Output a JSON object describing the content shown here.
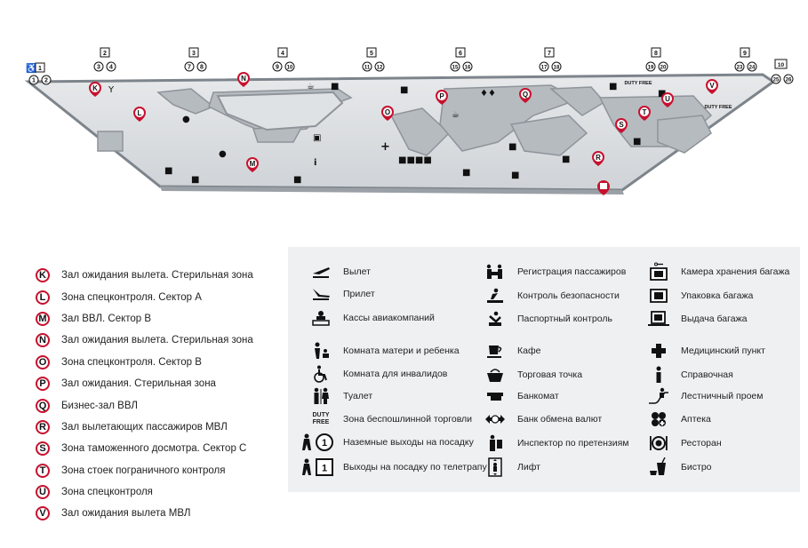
{
  "gates": [
    {
      "num": "1",
      "bus": [
        "1",
        "2"
      ]
    },
    {
      "num": "2",
      "bus": [
        "3",
        "4"
      ]
    },
    {
      "num": "3",
      "bus": [
        "7",
        "8"
      ]
    },
    {
      "num": "4",
      "bus": [
        "9",
        "10"
      ]
    },
    {
      "num": "5",
      "bus": [
        "11",
        "12"
      ]
    },
    {
      "num": "6",
      "bus": [
        "15",
        "16"
      ]
    },
    {
      "num": "7",
      "bus": [
        "17",
        "18"
      ]
    },
    {
      "num": "8",
      "bus": [
        "19",
        "20"
      ]
    },
    {
      "num": "9",
      "bus": [
        "23",
        "24"
      ]
    },
    {
      "num": "10",
      "bus": [
        "25",
        "26"
      ]
    }
  ],
  "map_markers": [
    "K",
    "L",
    "M",
    "N",
    "O",
    "P",
    "Q",
    "R",
    "S",
    "T",
    "U",
    "V"
  ],
  "map_labels": {
    "duty_free_1": "DUTY FREE",
    "duty_free_2": "DUTY FREE"
  },
  "zones": [
    {
      "letter": "K",
      "label": "Зал ожидания вылета. Стерильная зона"
    },
    {
      "letter": "L",
      "label": "Зона спецконтроля. Сектор А"
    },
    {
      "letter": "M",
      "label": "Зал ВВЛ. Сектор В"
    },
    {
      "letter": "N",
      "label": "Зал ожидания вылета. Стерильная зона"
    },
    {
      "letter": "O",
      "label": "Зона спецконтроля. Сектор В"
    },
    {
      "letter": "P",
      "label": "Зал ожидания. Стерильная зона"
    },
    {
      "letter": "Q",
      "label": "Бизнес-зал ВВЛ"
    },
    {
      "letter": "R",
      "label": "Зал вылетающих пассажиров МВЛ"
    },
    {
      "letter": "S",
      "label": "Зона таможенного досмотра. Сектор С"
    },
    {
      "letter": "T",
      "label": "Зона стоек пограничного контроля"
    },
    {
      "letter": "U",
      "label": "Зона спецконтроля"
    },
    {
      "letter": "V",
      "label": "Зал ожидания вылета МВЛ"
    }
  ],
  "legend": {
    "col1": [
      {
        "icon": "departure-icon",
        "label": "Вылет"
      },
      {
        "icon": "arrival-icon",
        "label": "Прилет"
      },
      {
        "icon": "ticket-office-icon",
        "label": "Кассы авиакомпаний"
      },
      {
        "icon": "mother-child-icon",
        "label": "Комната матери и ребенка"
      },
      {
        "icon": "wheelchair-icon",
        "label": "Комната для инвалидов"
      },
      {
        "icon": "toilet-icon",
        "label": "Туалет"
      },
      {
        "icon": "duty-free-icon",
        "label": "Зона беспошлинной торговли",
        "badge": "DUTY FREE"
      },
      {
        "icon": "ground-gate-icon",
        "label": "Наземные выходы на посадку",
        "badge": "1"
      },
      {
        "icon": "jetbridge-gate-icon",
        "label": "Выходы на посадку по телетрапу",
        "badge": "1"
      }
    ],
    "col2": [
      {
        "icon": "check-in-icon",
        "label": "Регистрация пассажиров"
      },
      {
        "icon": "security-icon",
        "label": "Контроль безопасности"
      },
      {
        "icon": "passport-icon",
        "label": "Паспортный контроль"
      },
      {
        "icon": "cafe-icon",
        "label": "Кафе"
      },
      {
        "icon": "shop-icon",
        "label": "Торговая точка"
      },
      {
        "icon": "atm-icon",
        "label": "Банкомат"
      },
      {
        "icon": "exchange-icon",
        "label": "Банк обмена валют"
      },
      {
        "icon": "claims-icon",
        "label": "Инспектор по претензиям"
      },
      {
        "icon": "elevator-icon",
        "label": "Лифт"
      }
    ],
    "col3": [
      {
        "icon": "luggage-storage-icon",
        "label": "Камера хранения багажа"
      },
      {
        "icon": "luggage-wrap-icon",
        "label": "Упаковка багажа"
      },
      {
        "icon": "baggage-claim-icon",
        "label": "Выдача багажа"
      },
      {
        "icon": "medical-icon",
        "label": "Медицинский пункт"
      },
      {
        "icon": "info-icon",
        "label": "Справочная"
      },
      {
        "icon": "stairs-icon",
        "label": "Лестничный проем"
      },
      {
        "icon": "pharmacy-icon",
        "label": "Аптека"
      },
      {
        "icon": "restaurant-icon",
        "label": "Ресторан"
      },
      {
        "icon": "bistro-icon",
        "label": "Бистро"
      }
    ]
  },
  "colors": {
    "accent": "#c8102e",
    "map_floor": "#d9dcdf",
    "map_wall": "#8e949a",
    "legend_bg": "#eef0f2"
  }
}
